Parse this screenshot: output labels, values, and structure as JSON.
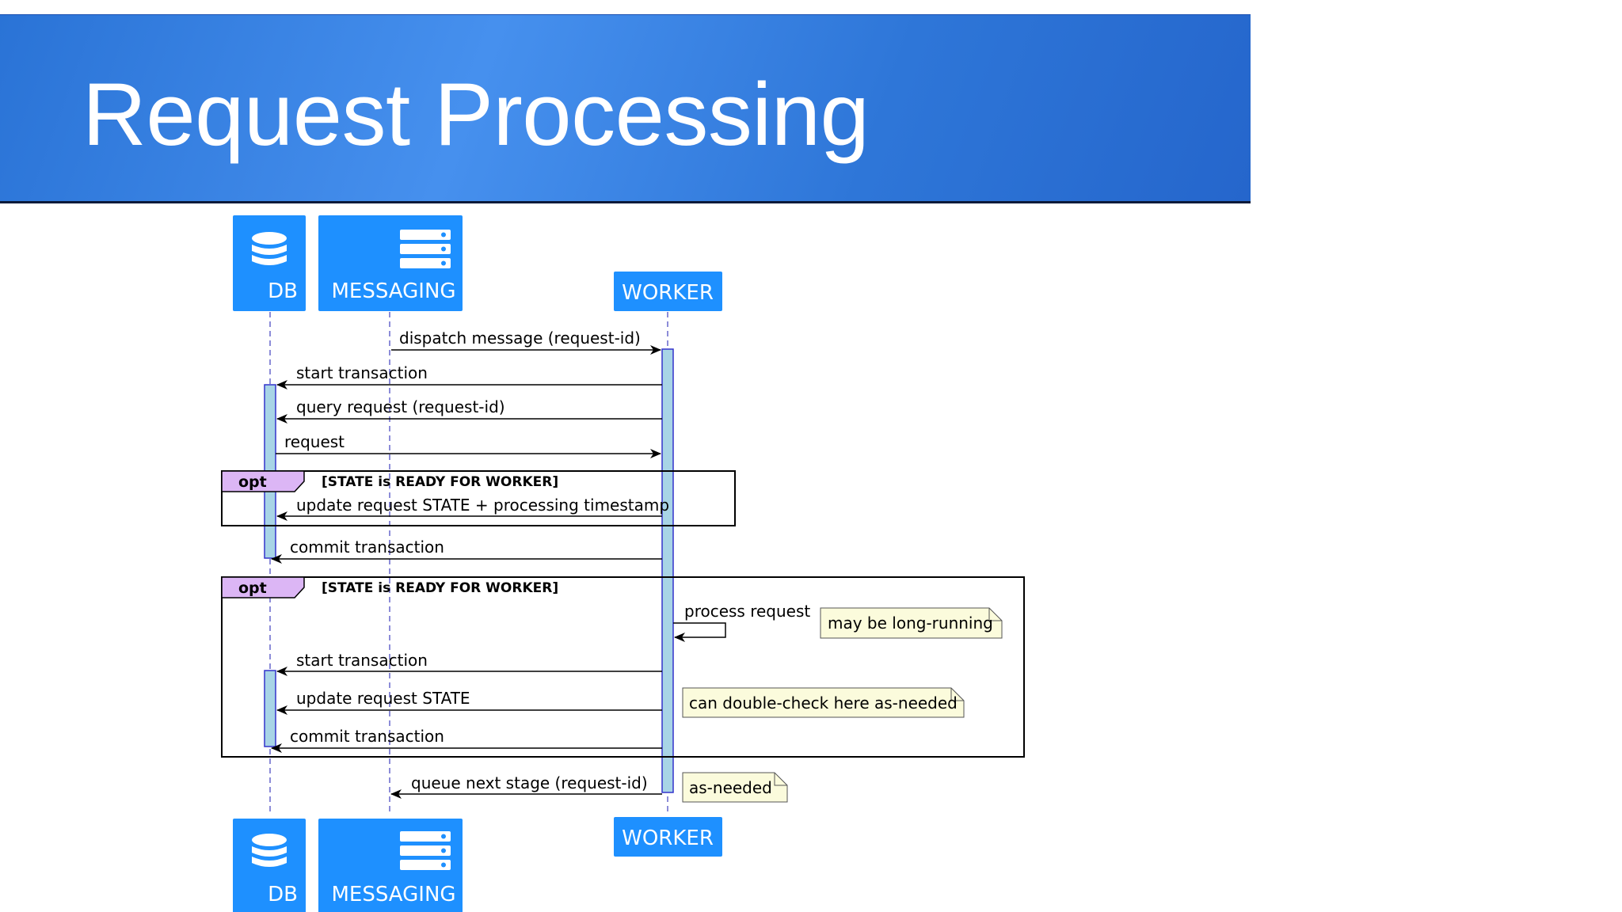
{
  "slide": {
    "title": "Request Processing"
  },
  "participants": {
    "db": "DB",
    "messaging": "MESSAGING",
    "worker": "WORKER"
  },
  "messages": [
    "dispatch message (request-id)",
    "start transaction",
    "query request (request-id)",
    "request",
    "update request STATE + processing timestamp",
    "commit transaction",
    "process request",
    "start transaction",
    "update request STATE",
    "commit transaction",
    "queue next stage (request-id)"
  ],
  "fragments": [
    {
      "operator": "opt",
      "guard": "[STATE is READY FOR WORKER]"
    },
    {
      "operator": "opt",
      "guard": "[STATE is READY FOR WORKER]"
    }
  ],
  "notes": [
    "may be long-running",
    "can double-check here as-needed",
    "as-needed"
  ],
  "colors": {
    "banner": "#3a85e6",
    "participant": "#1e90ff",
    "activation": "#a8d4e6",
    "activation_border": "#3333cc",
    "opt_tag": "#dcb6f5",
    "note": "#fbfbdc",
    "lifeline": "#6666cc"
  }
}
